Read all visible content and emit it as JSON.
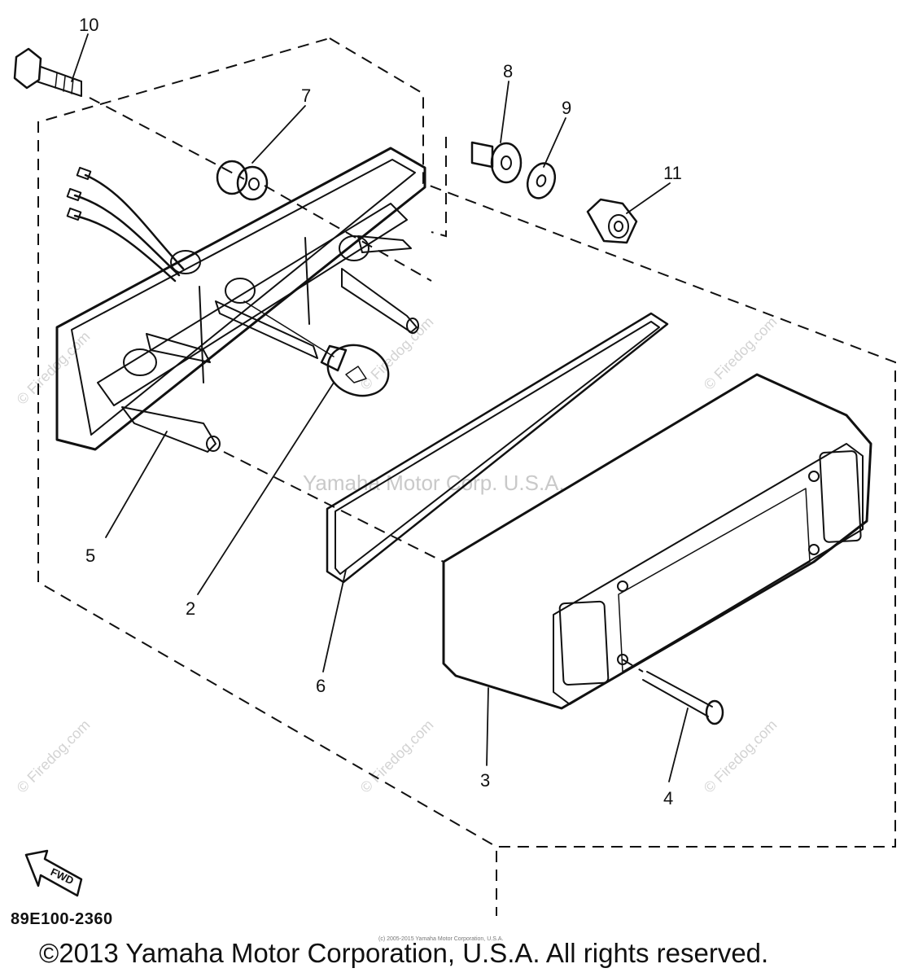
{
  "diagram": {
    "callouts": [
      "10",
      "7",
      "8",
      "9",
      "11",
      "5",
      "2",
      "6",
      "3",
      "4"
    ],
    "watermark_center": "Yamaha Motor Corp. U.S.A.",
    "watermark_site": "© Firedog.com",
    "direction_label": "FWD",
    "diagram_code": "89E100-2360",
    "fine_print": "(c) 2005-2015 Yamaha Motor Corporation, U.S.A.",
    "copyright": "©2013 Yamaha Motor Corporation, U.S.A. All rights reserved."
  }
}
